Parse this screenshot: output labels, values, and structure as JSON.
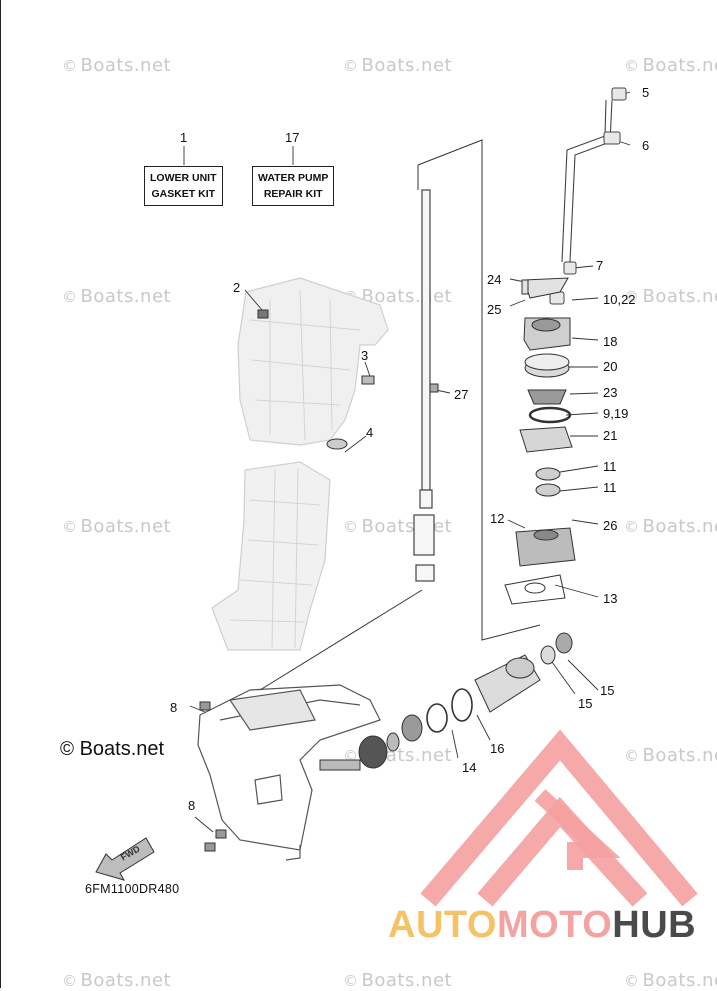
{
  "watermark": {
    "symbol": "©",
    "text": "Boats.net"
  },
  "kits": [
    {
      "number": "1",
      "line1": "LOWER UNIT",
      "line2": "GASKET KIT"
    },
    {
      "number": "17",
      "line1": "WATER PUMP",
      "line2": "REPAIR KIT"
    }
  ],
  "part_labels": {
    "p2": "2",
    "p3": "3",
    "p4": "4",
    "p5": "5",
    "p6": "6",
    "p7": "7",
    "p8a": "8",
    "p8b": "8",
    "p24": "24",
    "p25": "25",
    "p10_22": "10,22",
    "p18": "18",
    "p20": "20",
    "p23": "23",
    "p9_19": "9,19",
    "p21": "21",
    "p11a": "11",
    "p11b": "11",
    "p12": "12",
    "p26": "26",
    "p13": "13",
    "p27": "27",
    "p15a": "15",
    "p15b": "15",
    "p16": "16",
    "p14": "14"
  },
  "logo": {
    "symbol": "©",
    "text": "Boats.net"
  },
  "diagram_code": "6FM1100DR480",
  "fwd_label": "FWD",
  "brand": {
    "part1": "AUTO",
    "part2": "MOTO",
    "part3": "HUB"
  },
  "colors": {
    "brand_yellow": "#f5c266",
    "brand_pink": "#f4a3a1",
    "brand_dark": "#4a4a4a",
    "watermark": "#c9c9c9",
    "triangle": "#f6a0a0"
  }
}
